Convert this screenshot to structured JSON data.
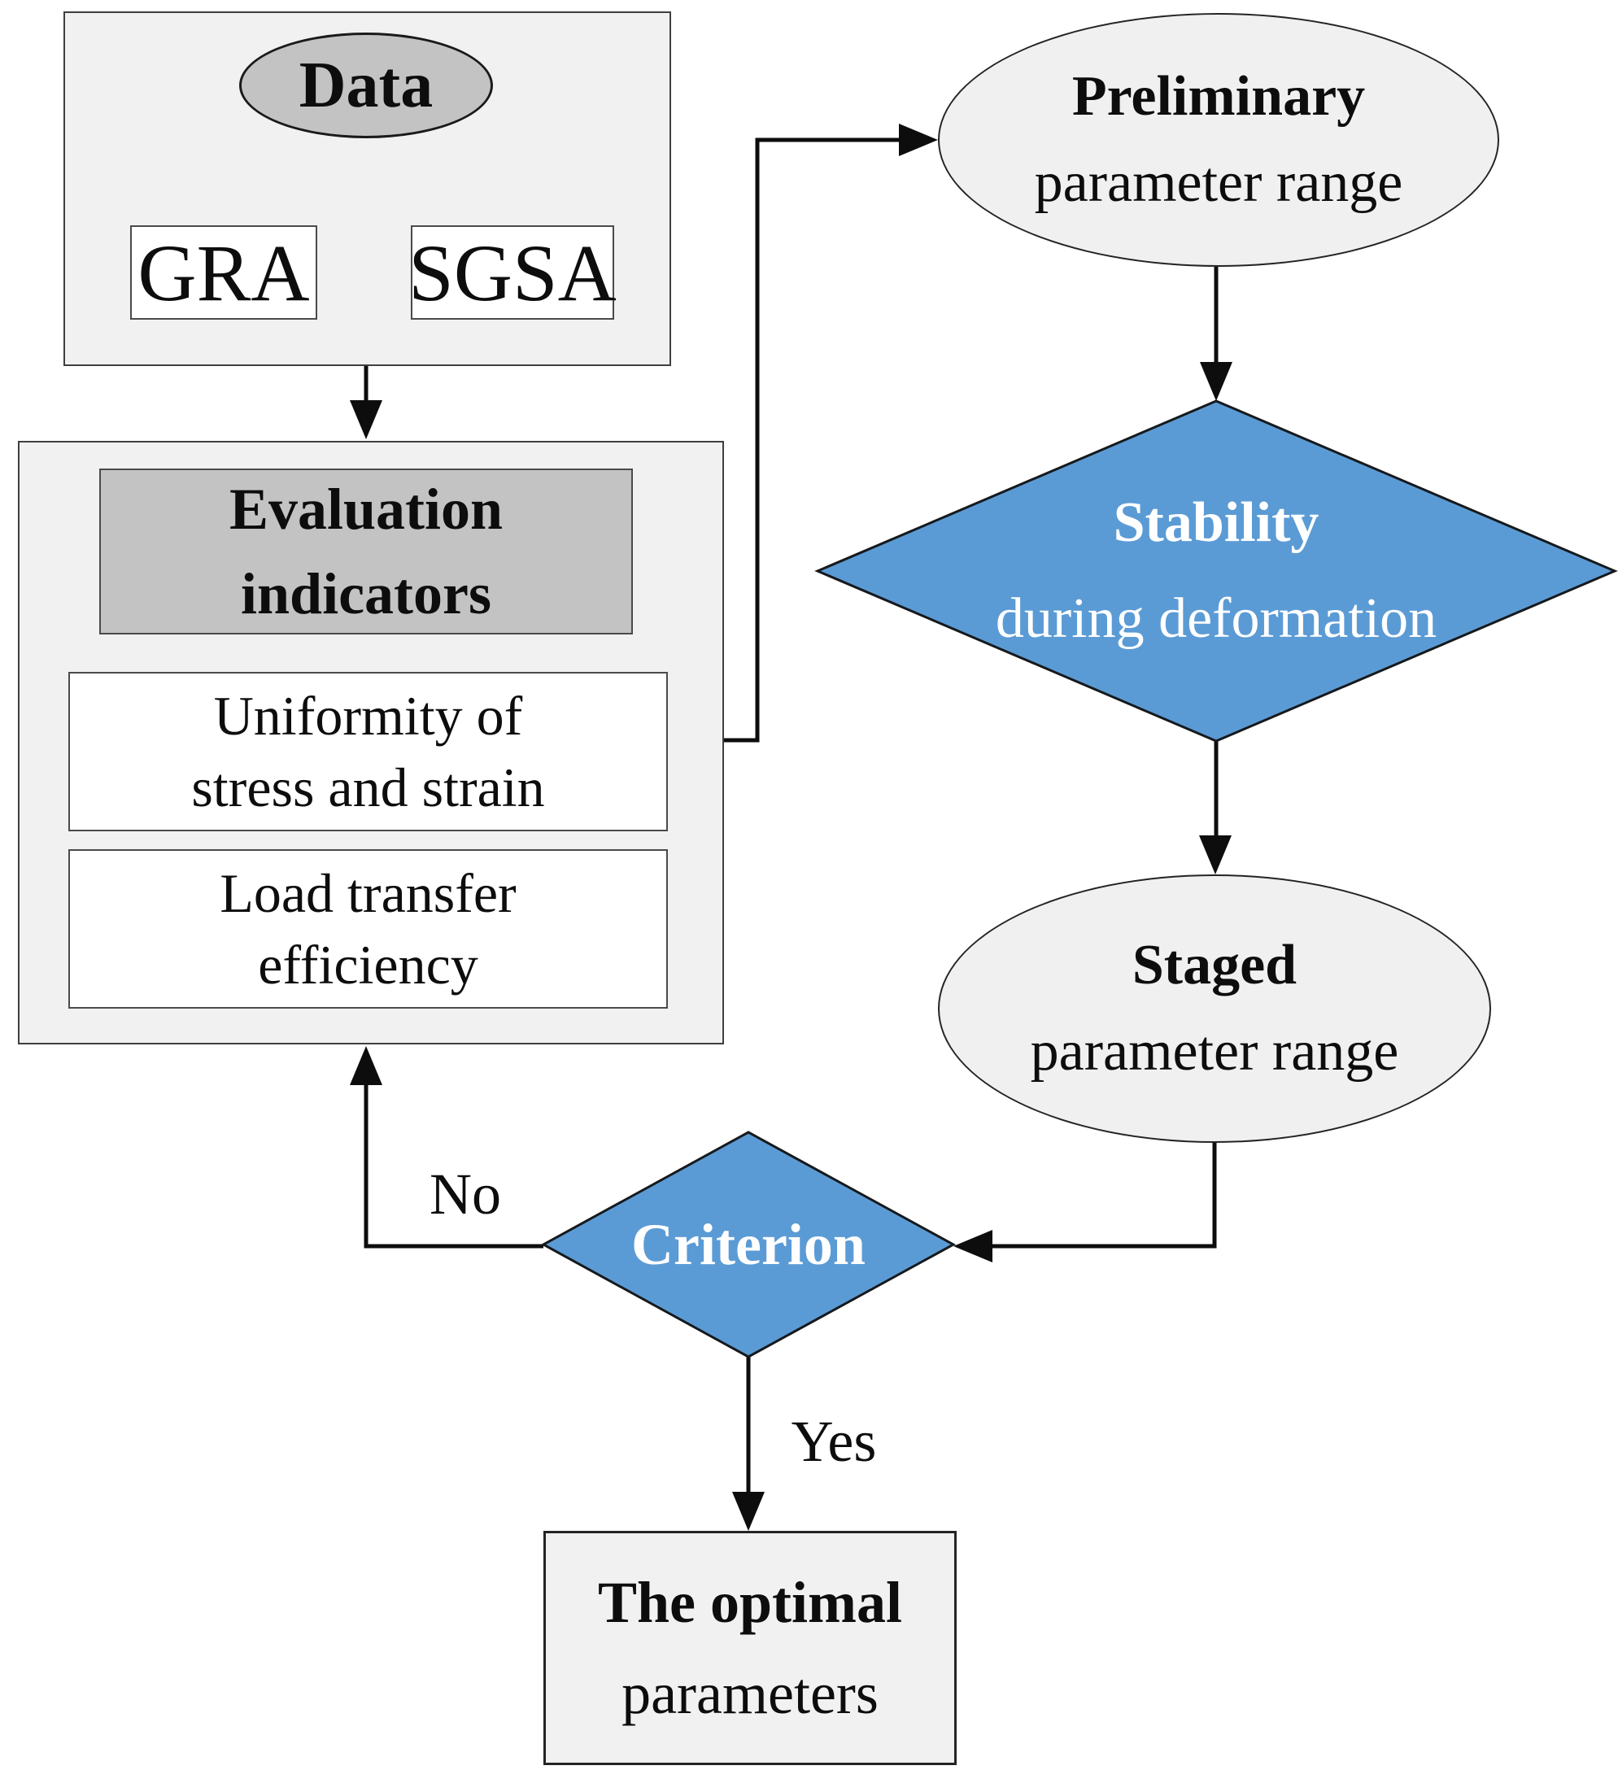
{
  "diagram": {
    "nodes": {
      "data": {
        "label": "Data"
      },
      "gra": {
        "label": "GRA"
      },
      "sgsa": {
        "label": "SGSA"
      },
      "evaluation": {
        "line1": "Evaluation",
        "line2": "indicators"
      },
      "uniformity": {
        "line1": "Uniformity of",
        "line2": "stress and strain"
      },
      "load": {
        "line1": "Load transfer",
        "line2": "efficiency"
      },
      "preliminary": {
        "line1": "Preliminary",
        "line2": "parameter range"
      },
      "stability": {
        "line1": "Stability",
        "line2": "during deformation"
      },
      "staged": {
        "line1": "Staged",
        "line2": "parameter range"
      },
      "criterion": {
        "label": "Criterion"
      },
      "optimal": {
        "line1": "The optimal",
        "line2": "parameters"
      }
    },
    "edge_labels": {
      "no": "No",
      "yes": "Yes"
    },
    "colors": {
      "decision_fill": "#5b9bd5",
      "decision_text": "#ffffff",
      "container_fill": "#f1f1f1",
      "terminator_fill": "#f0f0f0",
      "emphasis_fill": "#c3c3c3",
      "box_fill": "#ffffff",
      "line_color": "#0d0d0d"
    }
  }
}
